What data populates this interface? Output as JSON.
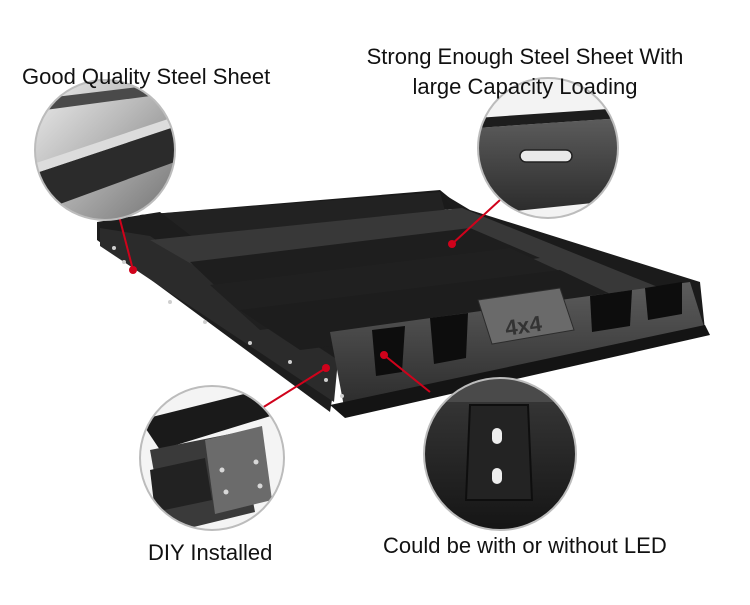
{
  "callouts": {
    "good_quality": "Good Quality Steel Sheet",
    "strong_line1": "Strong Enough Steel Sheet With",
    "strong_line2": "large Capacity Loading",
    "diy": "DIY Installed",
    "led": "Could be with or without LED"
  },
  "product": {
    "side_marking": "4x4"
  },
  "colors": {
    "accent": "#d0021b",
    "steel": "#1c1c1c",
    "circle_border": "#bcbcbc"
  }
}
